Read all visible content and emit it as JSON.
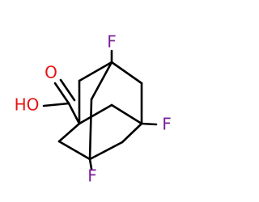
{
  "molecule": {
    "atoms": {
      "f_top": {
        "text": "F",
        "color": "#7a1f99"
      },
      "f_right": {
        "text": "F",
        "color": "#7a1f99"
      },
      "f_bottom": {
        "text": "F",
        "color": "#7a1f99"
      },
      "o_carbonyl": {
        "text": "O",
        "color": "#e61414"
      },
      "hydroxyl": {
        "text": "HO",
        "color": "#e61414"
      }
    },
    "bond_color": "#000000"
  }
}
